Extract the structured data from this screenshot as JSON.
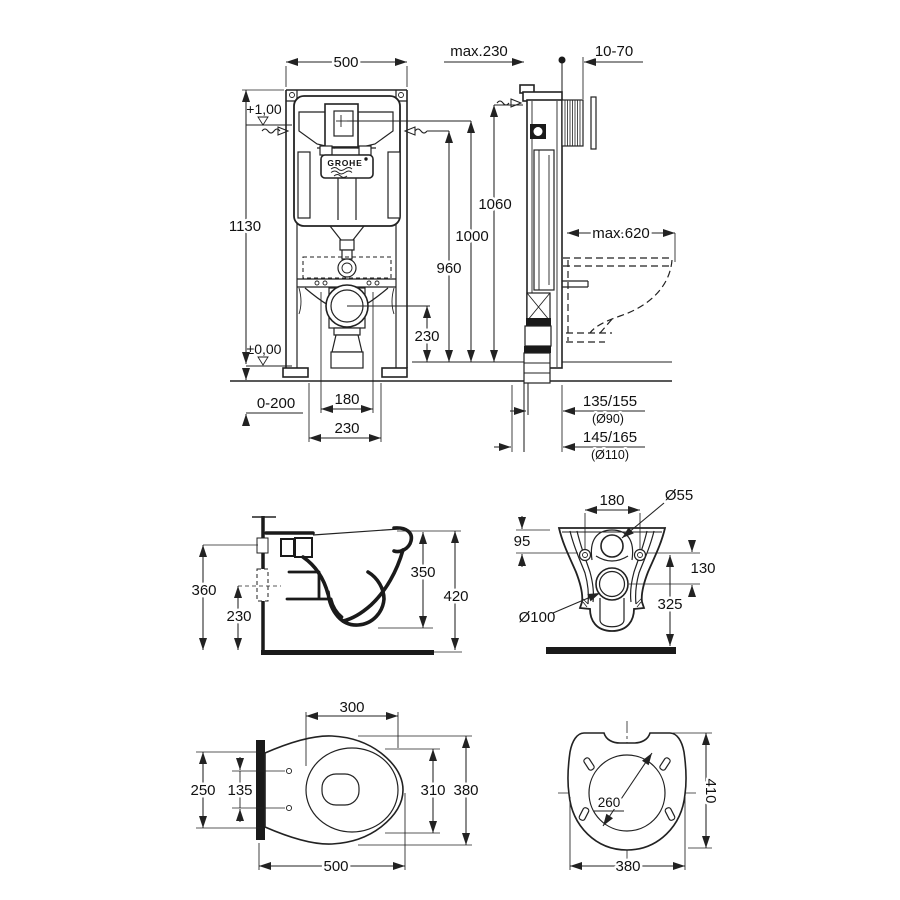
{
  "brand": {
    "logo": "GROHE"
  },
  "views": {
    "frame_front": {
      "name": "installation frame front view",
      "dims": {
        "width": "500",
        "height": "1130",
        "level_top": "+1,00",
        "level_zero": "±0,00",
        "floor_adjust": "0-200",
        "offset_a": "180",
        "offset_b": "230",
        "h_960": "960",
        "h_1000": "1000",
        "h_1060": "1060",
        "drain_height": "230"
      }
    },
    "frame_side": {
      "name": "installation frame side view",
      "dims": {
        "depth": "max.230",
        "plate_range": "10-70",
        "bowl_depth": "max.620",
        "outlet_a": "135/155",
        "outlet_a_dia": "(Ø90)",
        "outlet_b": "145/165",
        "outlet_b_dia": "(Ø110)"
      }
    },
    "bowl_side": {
      "name": "bowl side view",
      "dims": {
        "h_360": "360",
        "h_230": "230",
        "h_350": "350",
        "h_420": "420"
      }
    },
    "bowl_rear": {
      "name": "bowl rear view",
      "dims": {
        "bolt_spacing": "180",
        "flush_dia": "Ø55",
        "top_offset": "95",
        "mid_offset": "130",
        "height": "325",
        "drain_dia": "Ø100"
      }
    },
    "bowl_top": {
      "name": "bowl top view",
      "dims": {
        "rim_width": "300",
        "back_width": "250",
        "bolt_spacing": "135",
        "inner_length": "310",
        "width": "380",
        "depth": "500"
      }
    },
    "seat": {
      "name": "seat top view",
      "dims": {
        "inner_dia": "260",
        "length": "410",
        "width": "380"
      }
    }
  }
}
